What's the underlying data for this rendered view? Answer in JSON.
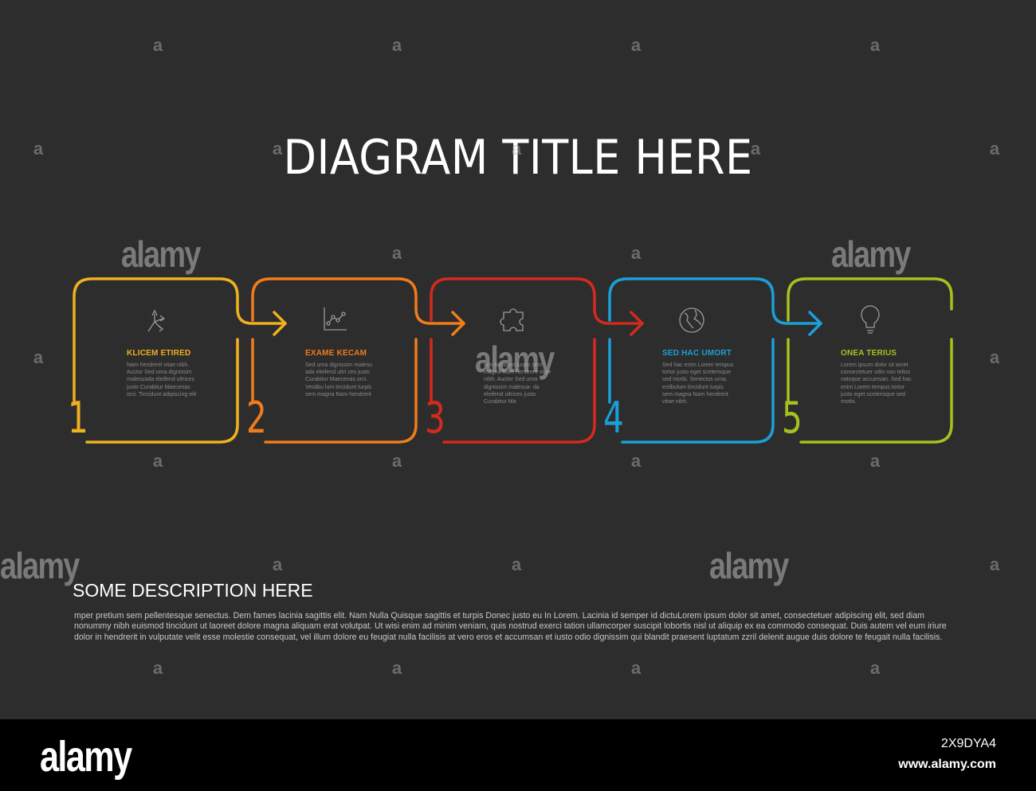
{
  "diagram": {
    "title": "DIAGRAM TITLE HERE",
    "steps": [
      {
        "number": "1",
        "color": "#f0b020",
        "icon": "arrows-split-icon",
        "title": "KLICEM ETIRED",
        "text": "Nam hendrerit vitae nibh. Auctor Sed urna dignissim malesuada eleifend ultrices justo Curabitur Maecenas orci. Tincidunt adipiscing elit"
      },
      {
        "number": "2",
        "color": "#f07c1a",
        "icon": "line-chart-icon",
        "title": "EXAME KECAM",
        "text": "Sed urna dignissim malesu ada eleifend ultri ces justo Curabitur Maecenas orci. Vestibu lum tincidunt turpis sem magna Nam hendrerit"
      },
      {
        "number": "3",
        "color": "#d42a1e",
        "icon": "puzzle-piece-icon",
        "title": "",
        "text": "lum tincidunt turpis sem magna Nam hendrerit vitae nibh. Auctor Sed urna dignissim malesua- da eleifend ultrices justo Curabitur Ma"
      },
      {
        "number": "4",
        "color": "#1aa0d8",
        "icon": "globe-icon",
        "title": "SED HAC UMORT",
        "text": "Sed hac enim Lorem tempus tortor justo eget scelerisque sed morbi. Senectus urna. estibulum tincidunt turpis sem magna Nam hendrerit vitae nibh."
      },
      {
        "number": "5",
        "color": "#a6c01e",
        "icon": "light-bulb-icon",
        "title": "ONEA TERIUS",
        "text": "Lorem ipsum dolor sit amet consectetuer odio non tellus natoque accumsan. Sed hac enim Lorem tempus tortor justo eget scelerisque sed morbi."
      }
    ]
  },
  "description": {
    "title": "SOME DESCRIPTION HERE",
    "body": "mper pretium sem pellentesque senectus. Dem fames lacinia sagittis elit. Nam Nulla Quisque sagittis et turpis Donec justo eu In Lorem. Lacinia id semper id dictuLorem ipsum dolor sit amet, consectetuer adipiscing elit, sed diam nonummy nibh euismod tincidunt ut laoreet dolore magna aliquam erat volutpat. Ut wisi enim ad minim veniam, quis nostrud exerci tation ullamcorper suscipit lobortis nisl ut aliquip ex ea commodo consequat. Duis autem vel eum iriure dolor in hendrerit in vulputate velit esse molestie consequat, vel illum dolore eu feugiat nulla facilisis at vero eros et accumsan et iusto odio dignissim qui blandit praesent luptatum zzril delenit augue duis dolore te feugait nulla facilisis."
  },
  "watermark": {
    "brand": "alamy",
    "mark": "a"
  },
  "footer": {
    "logo": "alamy",
    "image_id": "2X9DYA4",
    "url": "www.alamy.com"
  }
}
